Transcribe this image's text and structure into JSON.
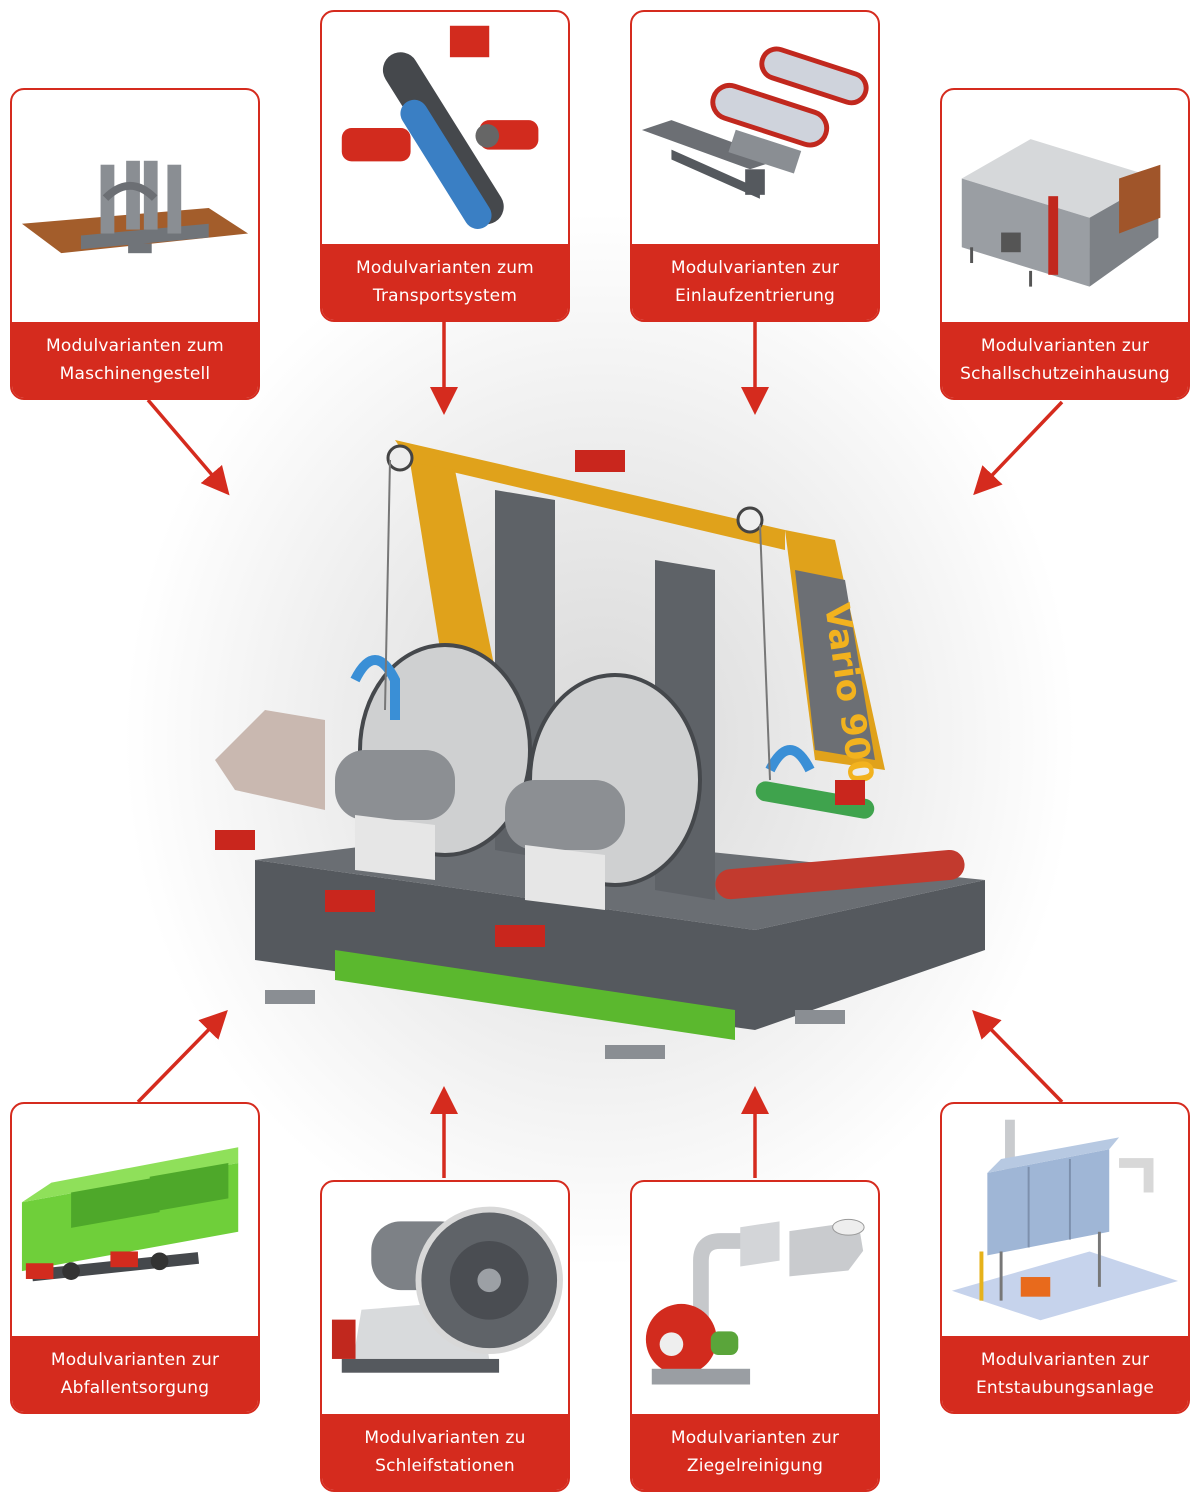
{
  "accent_color": "#d52b1e",
  "modules": [
    {
      "id": "maschinengestell",
      "line1": "Modulvarianten zum",
      "line2": "Maschinengestell",
      "icon": "machine-frame-image"
    },
    {
      "id": "transportsystem",
      "line1": "Modulvarianten zum",
      "line2": "Transportsystem",
      "icon": "conveyor-drive-image"
    },
    {
      "id": "einlaufzentrierung",
      "line1": "Modulvarianten zur",
      "line2": "Einlaufzentrierung",
      "icon": "centering-unit-image"
    },
    {
      "id": "schallschutzeinhausung",
      "line1": "Modulvarianten zur",
      "line2": "Schallschutzeinhausung",
      "icon": "soundproof-enclosure-image"
    },
    {
      "id": "abfallentsorgung",
      "line1": "Modulvarianten zur",
      "line2": "Abfallentsorgung",
      "icon": "waste-conveyor-image"
    },
    {
      "id": "schleifstationen",
      "line1": "Modulvarianten zu",
      "line2": "Schleifstationen",
      "icon": "grinding-station-image"
    },
    {
      "id": "ziegelreinigung",
      "line1": "Modulvarianten zur",
      "line2": "Ziegelreinigung",
      "icon": "brick-cleaning-fan-image"
    },
    {
      "id": "entstaubungsanlage",
      "line1": "Modulvarianten zur",
      "line2": "Entstaubungsanlage",
      "icon": "dust-extraction-image"
    }
  ],
  "machine": {
    "brand_text": "Vario 900",
    "icon": "vario-900-machine-image"
  }
}
